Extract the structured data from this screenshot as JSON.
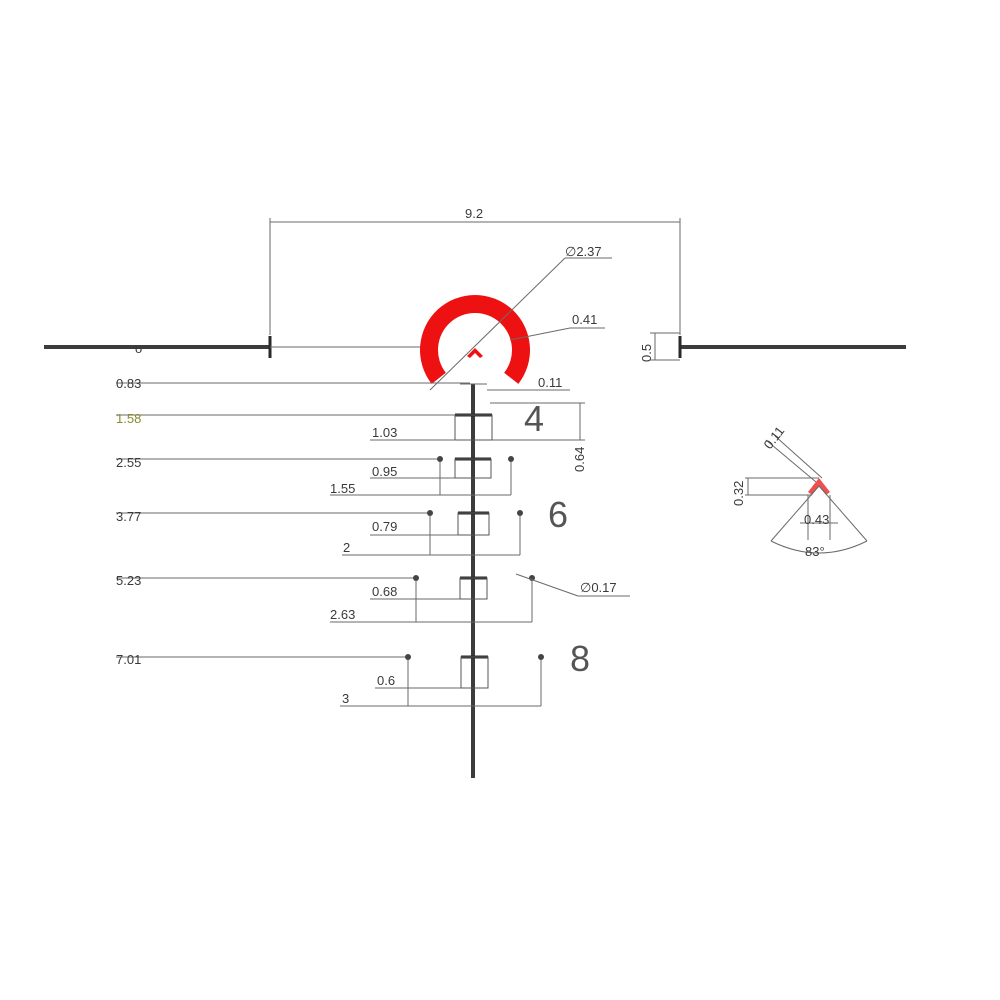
{
  "diagram": {
    "overall_width": "9.2",
    "ring_diameter": "∅2.37",
    "ring_thickness": "0.41",
    "post_height": "0.5",
    "center_dot": "o",
    "stem_width": "0.11",
    "bar_depth": "0.64",
    "dot_diameter": "∅0.17",
    "chevron_stroke": "0.11",
    "chevron_height": "0.32",
    "chevron_width": "0.43",
    "chevron_angle": "83°",
    "ranges": [
      "4",
      "6",
      "8"
    ],
    "drops": [
      "0.83",
      "1.58",
      "2.55",
      "3.77",
      "5.23",
      "7.01"
    ],
    "bar_widths": [
      "1.03",
      "0.95",
      "0.79",
      "0.68",
      "0.6"
    ],
    "dot_spans": [
      "1.55",
      "2",
      "2.63",
      "3"
    ]
  },
  "colors": {
    "reticle_red": "#ee1111",
    "chevron_red": "#ee5050",
    "line_dark": "#3c3c3c"
  }
}
